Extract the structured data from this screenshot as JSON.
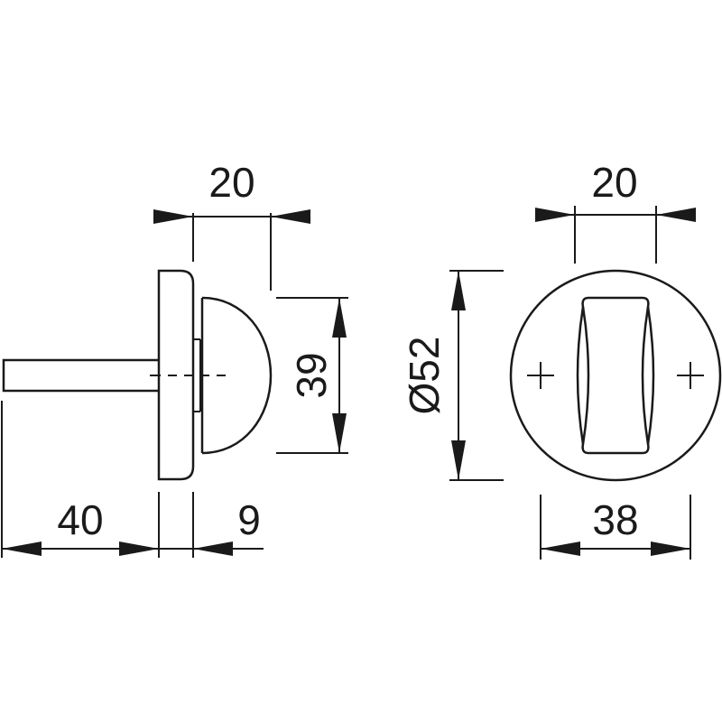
{
  "drawing": {
    "side_view": {
      "width_label": "20",
      "rose_height_label": "39",
      "spindle_length_label": "40",
      "rose_thickness_label": "9"
    },
    "front_view": {
      "width_label": "20",
      "diameter_label": "Ø52",
      "hole_spacing_label": "38"
    }
  }
}
